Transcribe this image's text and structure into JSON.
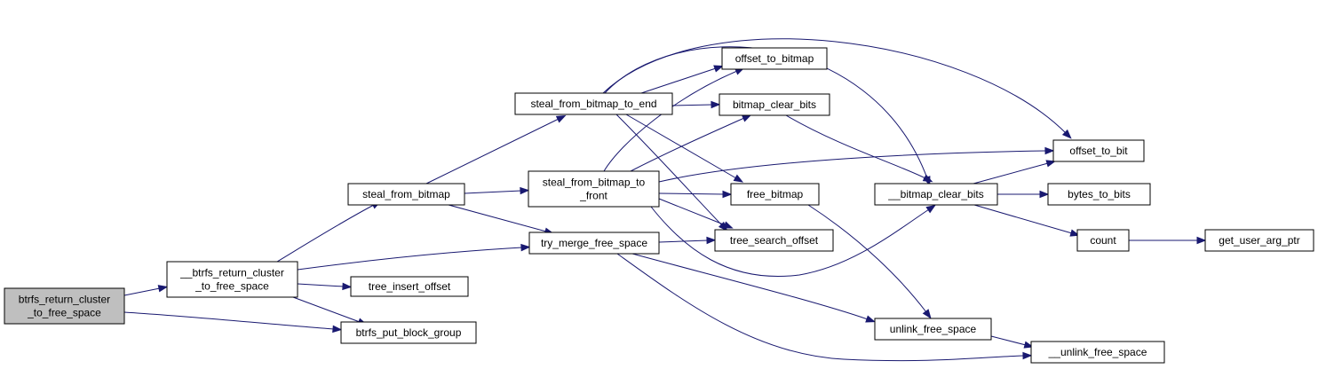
{
  "graph": {
    "root": "btrfs_return_cluster_to_free_space",
    "colors": {
      "node_fill": "#ffffff",
      "root_fill": "#bfbfbf",
      "edge": "#191970",
      "border": "#000000"
    },
    "nodes": [
      {
        "id": "root",
        "lines": [
          "btrfs_return_cluster",
          "_to_free_space"
        ],
        "fill": "#bfbfbf"
      },
      {
        "id": "btrfs_return_cluster",
        "lines": [
          "__btrfs_return_cluster",
          "_to_free_space"
        ]
      },
      {
        "id": "tree_insert_offset",
        "lines": [
          "tree_insert_offset"
        ]
      },
      {
        "id": "btrfs_put_block_group",
        "lines": [
          "btrfs_put_block_group"
        ]
      },
      {
        "id": "steal_from_bitmap",
        "lines": [
          "steal_from_bitmap"
        ]
      },
      {
        "id": "steal_to_end",
        "lines": [
          "steal_from_bitmap_to_end"
        ]
      },
      {
        "id": "steal_to_front",
        "lines": [
          "steal_from_bitmap_to",
          "_front"
        ]
      },
      {
        "id": "try_merge",
        "lines": [
          "try_merge_free_space"
        ]
      },
      {
        "id": "offset_to_bitmap",
        "lines": [
          "offset_to_bitmap"
        ]
      },
      {
        "id": "bitmap_clear_bits",
        "lines": [
          "bitmap_clear_bits"
        ]
      },
      {
        "id": "free_bitmap",
        "lines": [
          "free_bitmap"
        ]
      },
      {
        "id": "tree_search_offset",
        "lines": [
          "tree_search_offset"
        ]
      },
      {
        "id": "__bitmap_clear_bits",
        "lines": [
          "__bitmap_clear_bits"
        ]
      },
      {
        "id": "offset_to_bit",
        "lines": [
          "offset_to_bit"
        ]
      },
      {
        "id": "bytes_to_bits",
        "lines": [
          "bytes_to_bits"
        ]
      },
      {
        "id": "count",
        "lines": [
          "count"
        ]
      },
      {
        "id": "get_user_arg_ptr",
        "lines": [
          "get_user_arg_ptr"
        ]
      },
      {
        "id": "unlink_free_space",
        "lines": [
          "unlink_free_space"
        ]
      },
      {
        "id": "__unlink_free_space",
        "lines": [
          "__unlink_free_space"
        ]
      }
    ],
    "edges": [
      [
        "root",
        "btrfs_return_cluster"
      ],
      [
        "root",
        "btrfs_put_block_group"
      ],
      [
        "btrfs_return_cluster",
        "steal_from_bitmap"
      ],
      [
        "btrfs_return_cluster",
        "try_merge"
      ],
      [
        "btrfs_return_cluster",
        "tree_insert_offset"
      ],
      [
        "btrfs_return_cluster",
        "btrfs_put_block_group"
      ],
      [
        "steal_from_bitmap",
        "steal_to_end"
      ],
      [
        "steal_from_bitmap",
        "steal_to_front"
      ],
      [
        "steal_from_bitmap",
        "try_merge"
      ],
      [
        "steal_to_end",
        "offset_to_bit"
      ],
      [
        "steal_to_end",
        "__bitmap_clear_bits"
      ],
      [
        "steal_to_end",
        "offset_to_bitmap"
      ],
      [
        "steal_to_end",
        "bitmap_clear_bits"
      ],
      [
        "steal_to_end",
        "free_bitmap"
      ],
      [
        "steal_to_end",
        "tree_search_offset"
      ],
      [
        "steal_to_front",
        "offset_to_bitmap"
      ],
      [
        "steal_to_front",
        "bitmap_clear_bits"
      ],
      [
        "steal_to_front",
        "offset_to_bit"
      ],
      [
        "steal_to_front",
        "free_bitmap"
      ],
      [
        "steal_to_front",
        "tree_search_offset"
      ],
      [
        "steal_to_front",
        "__bitmap_clear_bits"
      ],
      [
        "try_merge",
        "tree_search_offset"
      ],
      [
        "try_merge",
        "unlink_free_space"
      ],
      [
        "try_merge",
        "__unlink_free_space"
      ],
      [
        "bitmap_clear_bits",
        "__bitmap_clear_bits"
      ],
      [
        "free_bitmap",
        "unlink_free_space"
      ],
      [
        "__bitmap_clear_bits",
        "offset_to_bit"
      ],
      [
        "__bitmap_clear_bits",
        "bytes_to_bits"
      ],
      [
        "__bitmap_clear_bits",
        "count"
      ],
      [
        "count",
        "get_user_arg_ptr"
      ],
      [
        "unlink_free_space",
        "__unlink_free_space"
      ]
    ]
  }
}
